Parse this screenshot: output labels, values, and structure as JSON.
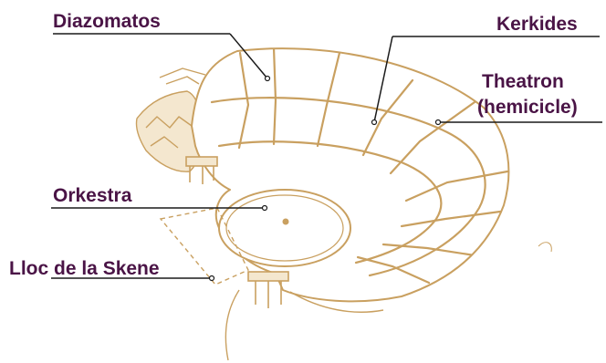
{
  "colors": {
    "label_text": "#4a1446",
    "leader_line": "#1a1a1a",
    "sketch_line": "#c9a060",
    "sketch_shade": "#e9d6b0",
    "background": "#ffffff"
  },
  "labels": {
    "diazomatos": "Diazomatos",
    "kerkides": "Kerkides",
    "theatron_line1": "Theatron",
    "theatron_line2": "(hemicicle)",
    "orkestra": "Orkestra",
    "skene": "Lloc de la Skene"
  }
}
